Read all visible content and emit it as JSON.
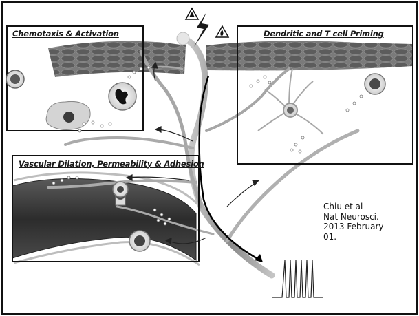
{
  "panels": {
    "chemotaxis": {
      "title": "Chemotaxis & Activation"
    },
    "priming": {
      "title": "Dendritic and T cell Priming"
    },
    "vascular": {
      "title": "Vascular Dilation, Permeability & Adhesion"
    }
  },
  "citation": {
    "lines": [
      "Chiu et al",
      "Nat Neurosci.",
      "2013 February",
      "01."
    ]
  },
  "colors": {
    "background": "#ffffff",
    "frame": "#111111",
    "epithelium": "#6e6e6e",
    "nerve": "#9a9a9a",
    "vessel": "#3a3a3a"
  },
  "icons": [
    "lightning-bolt-icon",
    "warning-triangle-icon",
    "fire-hazard-icon"
  ]
}
